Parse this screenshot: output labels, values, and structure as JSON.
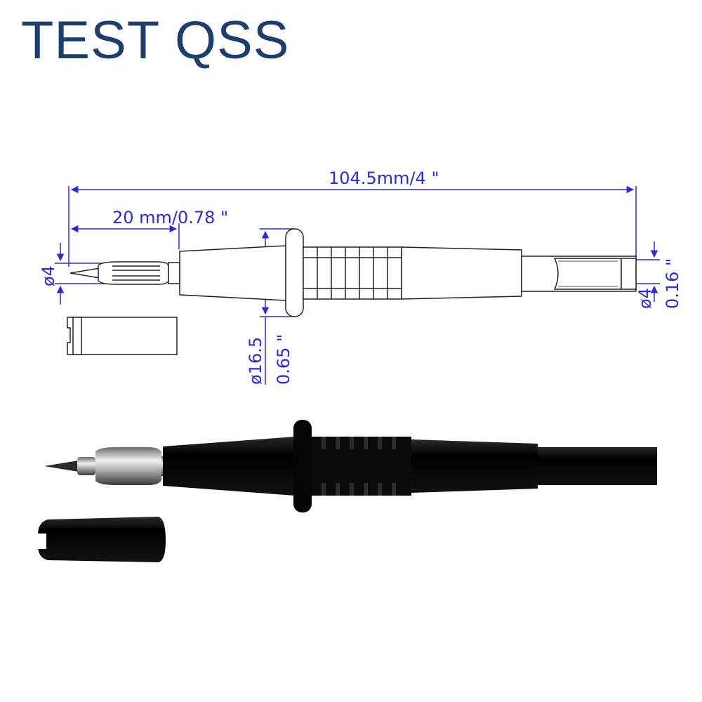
{
  "brand": {
    "text": "TEST QSS"
  },
  "dimensions": {
    "total_length": "104.5mm/4 \"",
    "tip_length": "20 mm/0.78 \"",
    "tip_diameter": "ø4",
    "guard_diameter_mm": "ø16.5",
    "guard_diameter_in": "0.65 \"",
    "socket_diameter_mm": "ø4",
    "socket_diameter_in": "0.16 \""
  },
  "colors": {
    "brand": "#1e3f6e",
    "dimension": "#2b2bd6",
    "outline": "#222222",
    "probe_body": "#0b0b0b"
  },
  "icons": [
    "probe-line-drawing",
    "probe-cap-line-drawing",
    "probe-photo",
    "probe-cap-photo"
  ]
}
